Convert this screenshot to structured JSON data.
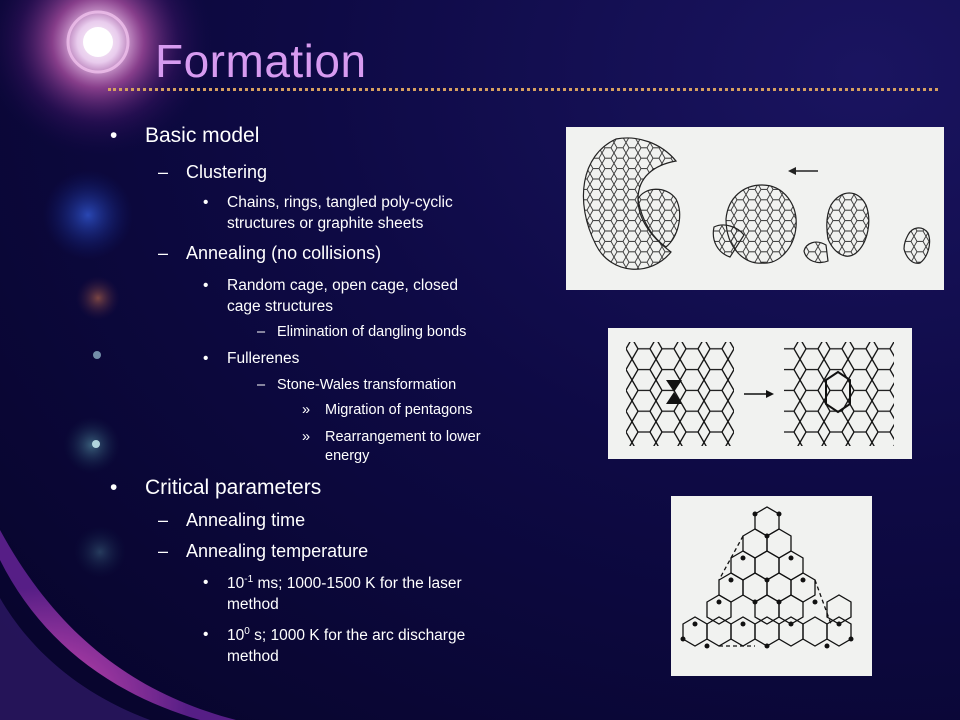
{
  "slide": {
    "title": "Formation",
    "colors": {
      "background": "#0b0736",
      "title": "#d79bf0",
      "rule": "#d6a060",
      "text": "#ffffff"
    },
    "markers": {
      "bullet": "•",
      "dash": "–",
      "guillemet": "»"
    },
    "outline": [
      {
        "id": "basic_model",
        "text": "Basic model"
      },
      {
        "id": "clustering",
        "text": "Clustering"
      },
      {
        "id": "chains",
        "lines": [
          "Chains, rings, tangled poly-cyclic",
          "structures or graphite sheets"
        ]
      },
      {
        "id": "annealing",
        "text": "Annealing (no collisions)"
      },
      {
        "id": "random_cage",
        "lines": [
          "Random cage, open cage, closed",
          "cage structures"
        ]
      },
      {
        "id": "dangling",
        "text": "Elimination of dangling bonds"
      },
      {
        "id": "fullerenes",
        "text": "Fullerenes"
      },
      {
        "id": "stone_wales",
        "text": "Stone-Wales transformation"
      },
      {
        "id": "migration",
        "text": "Migration of pentagons"
      },
      {
        "id": "rearrangement",
        "lines": [
          "Rearrangement to lower",
          "energy"
        ]
      },
      {
        "id": "critical",
        "text": "Critical parameters"
      },
      {
        "id": "anneal_time",
        "text": "Annealing time"
      },
      {
        "id": "anneal_temp",
        "text": "Annealing temperature"
      },
      {
        "id": "laser",
        "base": "10",
        "exponent": "-1",
        "rest": " ms;  1000-1500 K for the laser",
        "line2": "method"
      },
      {
        "id": "arc",
        "base": "10",
        "exponent": "0",
        "rest": " s;  1000 K for the arc discharge",
        "line2": "method"
      }
    ],
    "figures": [
      {
        "id": "cage-closing",
        "icon": "fullerene-cage-sequence"
      },
      {
        "id": "stone-wales",
        "icon": "hexagon-network-transformation"
      },
      {
        "id": "graphite-fragment",
        "icon": "hexagon-lattice-triangle"
      }
    ]
  }
}
